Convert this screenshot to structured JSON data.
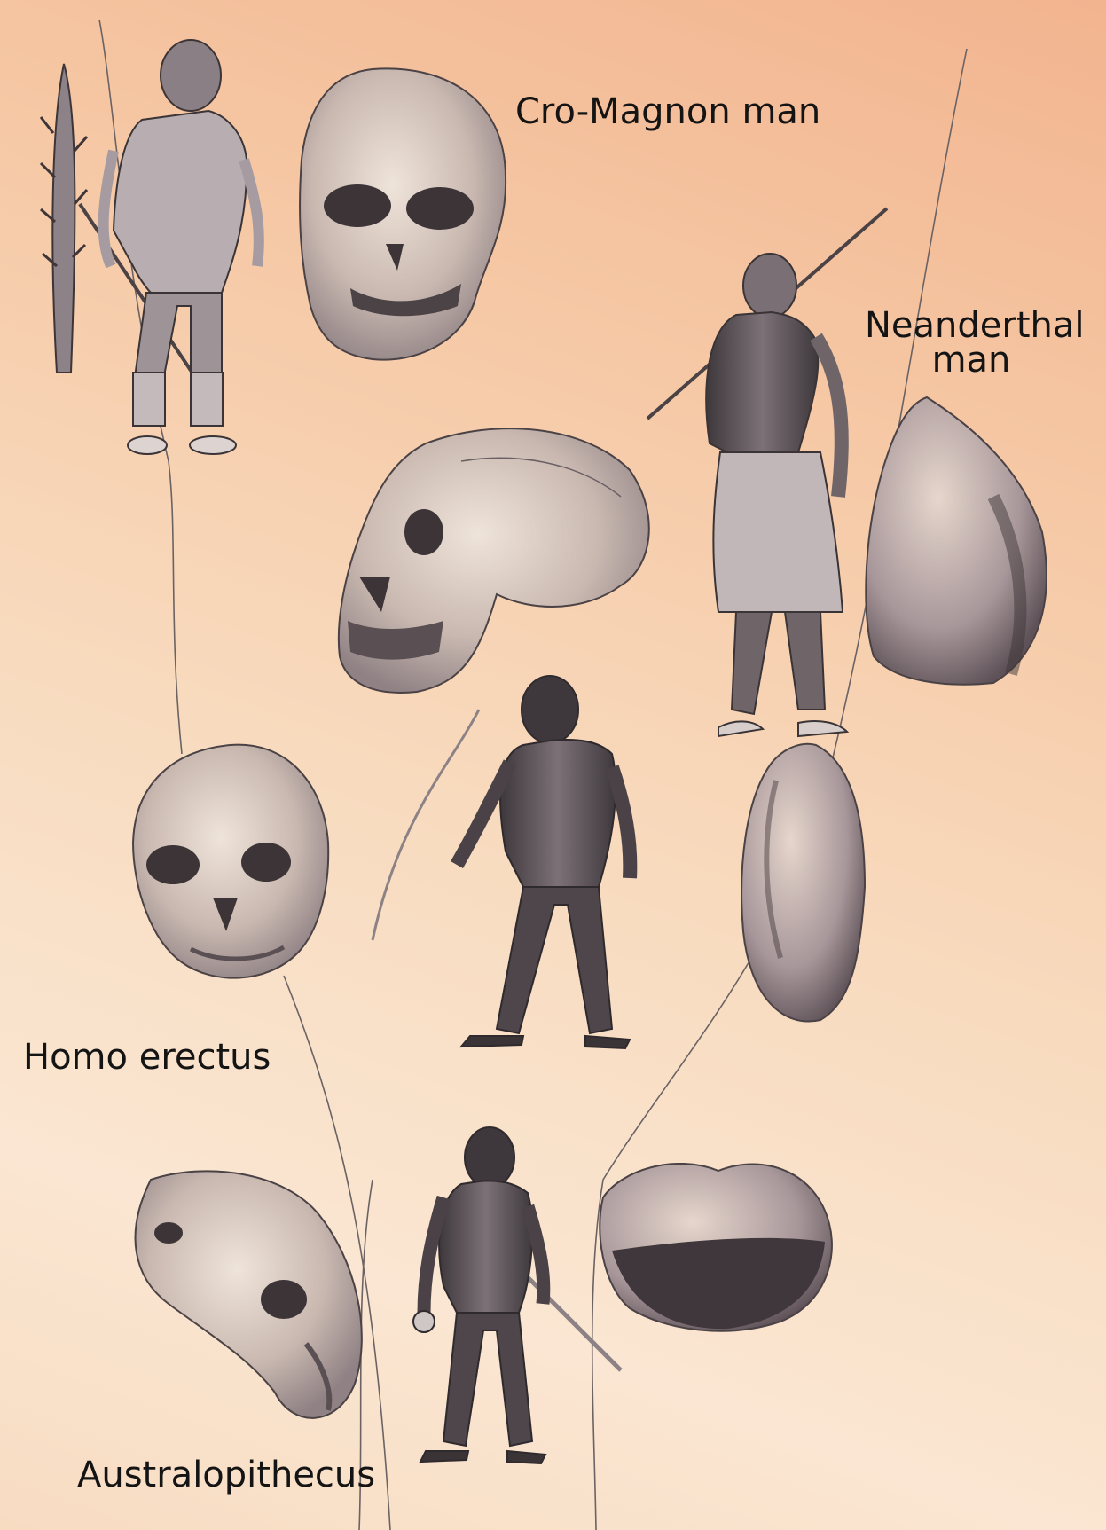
{
  "labels": {
    "cro_magnon": "Cro-Magnon man",
    "neanderthal_line1": "Neanderthal",
    "neanderthal_line2": "man",
    "homo_erectus": "Homo erectus",
    "australopithecus": "Australopithecus"
  },
  "figures": [
    "cro-magnon-figure-icon",
    "cro-magnon-skull-icon",
    "harpoon-icon",
    "neanderthal-figure-icon",
    "neanderthal-skull-icon",
    "handaxe-icon",
    "homo-erectus-figure-icon",
    "homo-erectus-skull-icon",
    "cleaver-icon",
    "australopithecus-figure-icon",
    "australopithecus-skull-icon",
    "pebble-tool-icon"
  ],
  "colors": {
    "background_top": "#f2b48f",
    "background_bottom": "#fae6d2",
    "ink": "#3a3436",
    "text": "#141414"
  }
}
